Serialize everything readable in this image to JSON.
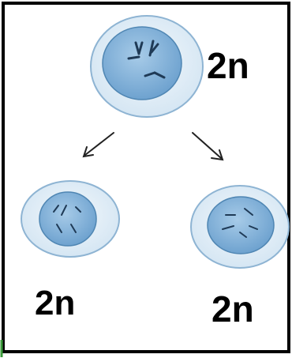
{
  "diagram": {
    "parent_cell": {
      "ploidy_label": "2n"
    },
    "daughter_cells": [
      {
        "ploidy_label": "2n"
      },
      {
        "ploidy_label": "2n"
      }
    ]
  },
  "colors": {
    "border": "#000000",
    "left_edge_accent": "#3a9a3a",
    "cytoplasm": "#e3eef7",
    "cytoplasm_outline": "#8eb4d3",
    "nucleus": "#7fb0d8",
    "nucleus_outline": "#4f86b3",
    "chromosome": "#1f3a56",
    "arrow": "#222222"
  }
}
